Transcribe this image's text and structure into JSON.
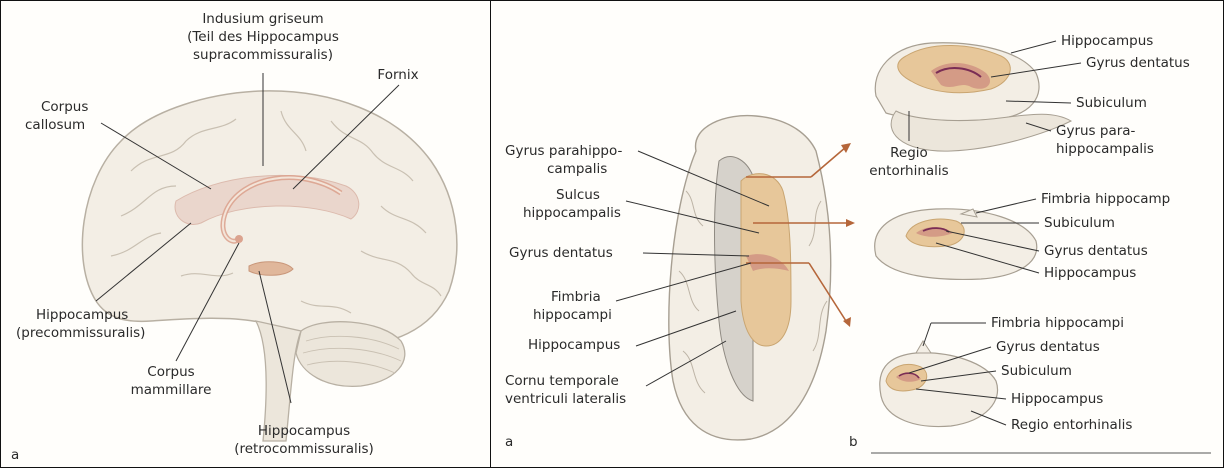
{
  "panel_a": {
    "letter": "a",
    "labels": {
      "indusium_1": "Indusium griseum",
      "indusium_2": "(Teil des Hippocampus",
      "indusium_3": "supracommissuralis)",
      "fornix": "Fornix",
      "corpus_callosum_1": "Corpus",
      "corpus_callosum_2": "callosum",
      "hippo_pre_1": "Hippocampus",
      "hippo_pre_2": "(precommissuralis)",
      "corpus_mamm_1": "Corpus",
      "corpus_mamm_2": "mammillare",
      "hippo_retro_1": "Hippocampus",
      "hippo_retro_2": "(retrocommissuralis)"
    }
  },
  "panel_b": {
    "letter_a": "a",
    "letter_b": "b",
    "labels": {
      "gyrus_parahippo_1": "Gyrus parahippo-",
      "gyrus_parahippo_2": "campalis",
      "sulcus_1": "Sulcus",
      "sulcus_2": "hippocampalis",
      "gyrus_dentatus": "Gyrus dentatus",
      "fimbria_1": "Fimbria",
      "fimbria_2": "hippocampi",
      "hippocampus": "Hippocampus",
      "cornu_1": "Cornu temporale",
      "cornu_2": "ventriculi lateralis",
      "top_hippocampus": "Hippocampus",
      "top_gyrus_dentatus": "Gyrus dentatus",
      "top_subiculum": "Subiculum",
      "top_gyrus_para_1": "Gyrus para-",
      "top_gyrus_para_2": "hippocampalis",
      "top_regio_1": "Regio",
      "top_regio_2": "entorhinalis",
      "mid_fimbria": "Fimbria hippocamp",
      "mid_subiculum": "Subiculum",
      "mid_gyrus_dentatus": "Gyrus dentatus",
      "mid_hippocampus": "Hippocampus",
      "bot_fimbria": "Fimbria hippocampi",
      "bot_gyrus_dentatus": "Gyrus dentatus",
      "bot_subiculum": "Subiculum",
      "bot_hippocampus": "Hippocampus",
      "bot_regio": "Regio entorhinalis"
    }
  },
  "colors": {
    "brain_fill": "#f3eee5",
    "brain_line": "#b8b0a3",
    "hippo_tan": "#e7c79a",
    "hippo_pink": "#d49b86",
    "dentate_purple": "#7a2d55",
    "arrow": "#b5663a"
  }
}
